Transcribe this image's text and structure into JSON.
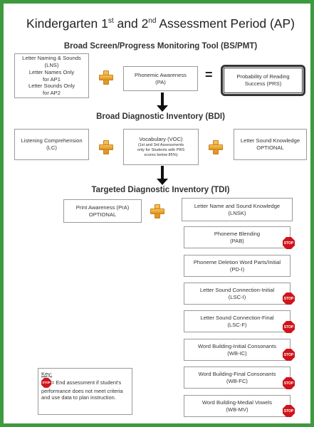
{
  "title": {
    "main_a": "Kindergarten 1",
    "sup_a": "st",
    "main_b": " and 2",
    "sup_b": "nd",
    "main_c": " Assessment Period (AP)"
  },
  "sections": {
    "bs": "Broad Screen/Progress Monitoring Tool (BS/PMT)",
    "bdi": "Broad Diagnostic Inventory (BDI)",
    "tdi": "Targeted Diagnostic Inventory (TDI)"
  },
  "boxes": {
    "lns": "Letter Naming & Sounds\n(LNS)\nLetter Names Only\nfor AP1\nLetter Sounds Only\nfor AP2",
    "pa": "Phonemic Awareness\n(PA)",
    "prs": "Probability of Reading\nSuccess (PRS)",
    "lc": "Listening Comprehension\n(LC)",
    "voc_main": "Vocabulary (VOC)",
    "voc_note": "(1st and 3rd Assessments\nonly for Students with PRS\nscores below 85%)",
    "lsk": "Letter Sound Knowledge\nOPTIONAL",
    "pra": "Print Awareness (PrA)\nOPTIONAL",
    "lnsk": "Letter Name and Sound Knowledge\n(LNSK)",
    "pab": "Phoneme Blending\n(PAB)",
    "pdi": "Phoneme Deletion Word Parts/Initial\n(PD-I)",
    "lsci": "Letter Sound Connection-Initial\n(LSC-I)",
    "lscf": "Letter Sound Connection-Final\n(LSC-F)",
    "wbic": "Word Building-Initial Consonants\n(WB-IC)",
    "wbfc": "Word Building-Final Consonants\n(WB-FC)",
    "wbmv": "Word Building-Medial Vowels\n(WB-MV)"
  },
  "equals": "=",
  "stop_label": "STOP",
  "key": {
    "title": "Key:",
    "text": "= End assessment if student's performance does not meet criteria and use data to plan instruction."
  },
  "colors": {
    "border": "#3f9a3f",
    "plus": "#f0a830",
    "stop": "#d0141b"
  }
}
